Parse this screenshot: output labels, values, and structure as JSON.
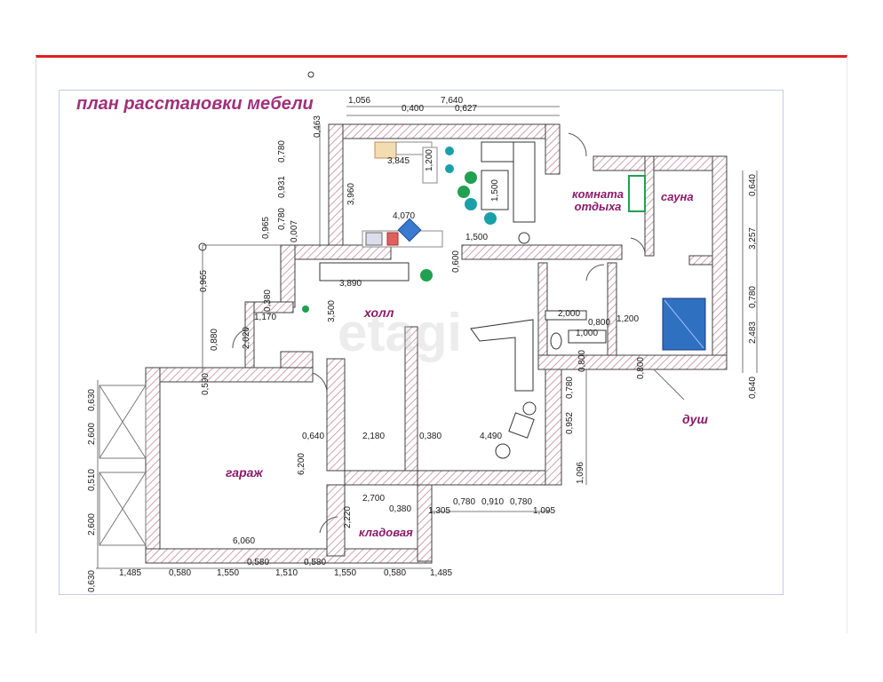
{
  "title": "план расстановки мебели",
  "watermark": "etagi",
  "rooms": {
    "hall": "холл",
    "garage": "гараж",
    "storage": "кладовая",
    "rest_room_line1": "комната",
    "rest_room_line2": "отдыха",
    "sauna": "сауна",
    "shower": "душ"
  },
  "dims": {
    "top_1056": "1,056",
    "top_7640": "7,640",
    "top_0400": "0,400",
    "top_0627": "0,627",
    "k_3845": "3,845",
    "k_1200": "1,200",
    "k_1500v": "1,500",
    "k_4070": "4,070",
    "k_1500": "1,500",
    "k_3960": "3,960",
    "lv_0463": "0,463",
    "lv_0780a": "0,780",
    "lv_0931": "0,931",
    "lv_0780b": "0,780",
    "lv_0007": "0,007",
    "lv_0965a": "0,965",
    "lv_0965b": "0,965",
    "lv_0380": "0,380",
    "h_3890": "3,890",
    "h_0600": "0,600",
    "h_3500": "3,500",
    "h_1170": "1,170",
    "h_2020": "2,020",
    "h_0880": "0,880",
    "h_0590": "0,590",
    "g_0630a": "0,630",
    "g_2600a": "2,600",
    "g_0510": "0,510",
    "g_2600b": "2,600",
    "g_0630b": "0,630",
    "g_0640": "0,640",
    "g_6200": "6,200",
    "g_6060": "6,060",
    "m_2180": "2,180",
    "m_0380": "0,380",
    "m_4490": "4,490",
    "bt_2000": "2,000",
    "bt_0800a": "0,800",
    "bt_1200": "1,200",
    "bt_1000": "1,000",
    "bt_0800b": "0,800",
    "bt_0800c": "0,800",
    "r_0640a": "0,640",
    "r_3257": "3,257",
    "r_0780": "0,780",
    "r_2483": "2,483",
    "r_0640b": "0,640",
    "c_0780": "0,780",
    "c_0952": "0,952",
    "c_1096": "1,096",
    "s_2700": "2,700",
    "s_0380": "0,380",
    "s_1305": "1,305",
    "s_0780a": "0,780",
    "s_0910": "0,910",
    "s_0780b": "0,780",
    "s_1095": "1,095",
    "s_2220": "2,220",
    "b_1485a": "1,485",
    "b_0580a": "0,580",
    "b_1550a": "1,550",
    "b_1510": "1,510",
    "b_1550b": "1,550",
    "b_0580b": "0,580",
    "b_1485b": "1,485",
    "b_0580c": "0,580",
    "b_0580d": "0,580"
  },
  "colors": {
    "wall": "#ffffff",
    "hatch": "#c48a9a",
    "furniture_teal": "#1aa0a8",
    "furniture_green": "#20a050",
    "title": "#a0307a",
    "room_label": "#8a1a6a",
    "bath": "#3070c0"
  }
}
